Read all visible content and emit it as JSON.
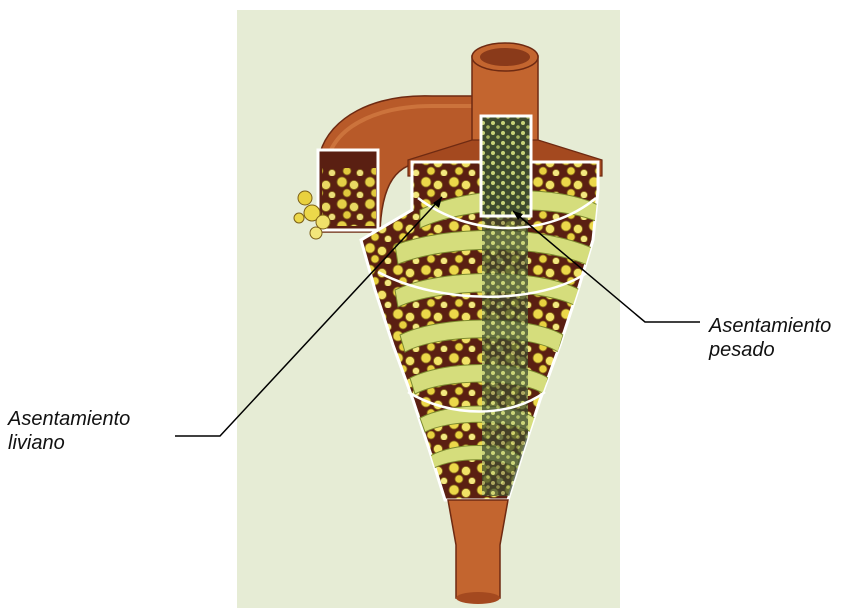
{
  "labels": {
    "heavy": {
      "line1": "Asentamiento",
      "line2": "pesado"
    },
    "light": {
      "line1": "Asentamiento",
      "line2": "liviano"
    }
  },
  "colors": {
    "background_panel": "#e6ecd5",
    "pipe": "#c3652f",
    "interior": "#5a1f12",
    "particle": "#ecd84a",
    "spiral": "#d5dd7c"
  }
}
